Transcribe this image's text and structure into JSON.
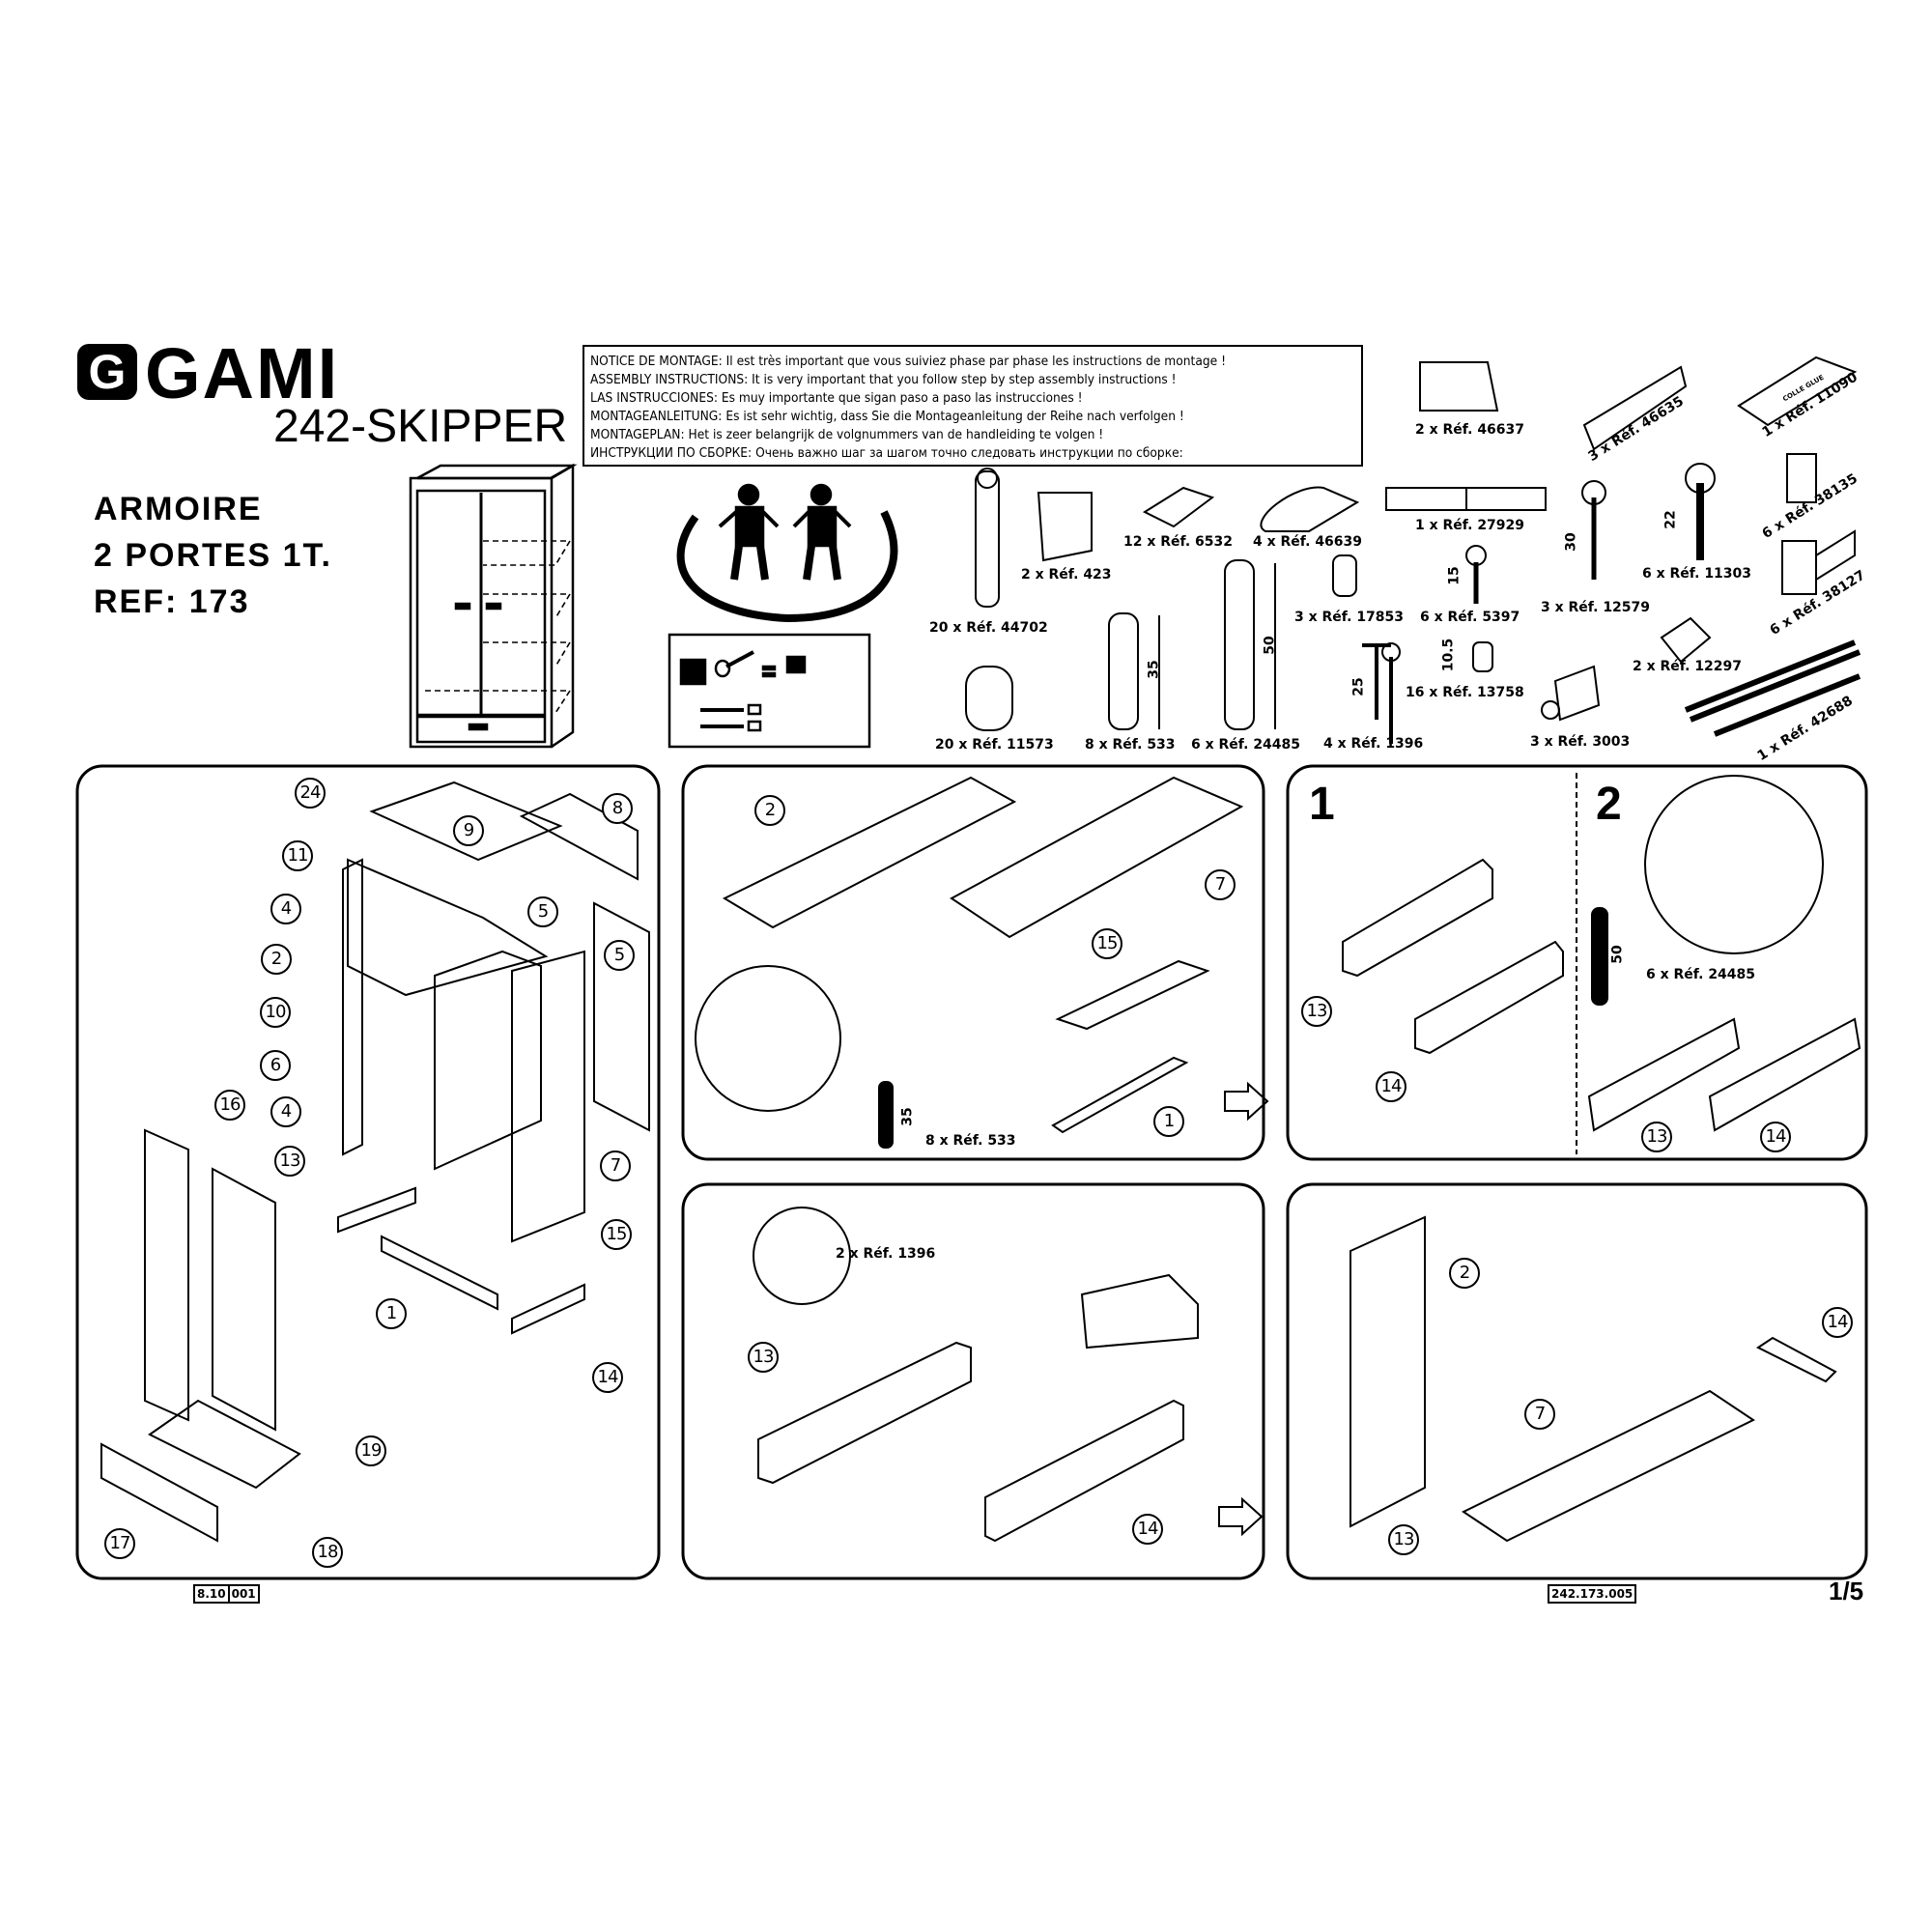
{
  "brand": {
    "logo_mark": "G",
    "logo": "GAMI",
    "model": "242-SKIPPER"
  },
  "product": {
    "type": "ARMOIRE",
    "variant": "2 PORTES 1T.",
    "ref": "REF: 173"
  },
  "notice": [
    "NOTICE DE MONTAGE: Il est très important que vous suiviez phase par phase les instructions de montage !",
    "ASSEMBLY INSTRUCTIONS: It is very important that  you follow step by step assembly instructions !",
    "LAS INSTRUCCIONES: Es muy importante que sigan paso a paso las instrucciones !",
    "MONTAGEANLEITUNG: Es ist sehr wichtig, dass Sie die Montageanleitung der Reihe nach verfolgen !",
    "MONTAGEPLAN: Het is zeer belangrijk de volgnummers van de handleiding te volgen !",
    "ИНСТРУКЦИИ ПО СБОРКЕ: Очень важно шаг за шагом точно следовать инструкции по сборке:"
  ],
  "parts": {
    "p46637": "2 x Réf. 46637",
    "p46635": "3 x Réf. 46635",
    "p11090": "1 x Réf. 11090",
    "p27929": "1 x Réf. 27929",
    "p11303": "6 x Réf. 11303",
    "p38135": "6 x Réf. 38135",
    "p12579": "3 x Réf. 12579",
    "p5397": "6 x Réf. 5397",
    "p17853": "3 x Réf. 17853",
    "p38127": "6 x Réf. 38127",
    "p12297": "2 x Réf. 12297",
    "p13758": "16 x Réf. 13758",
    "p1396": "4 x Réf. 1396",
    "p3003": "3 x Réf. 3003",
    "p42688": "1 x Réf. 42688",
    "p44702": "20 x Réf. 44702",
    "p423": "2 x Réf. 423",
    "p6532": "12 x Réf. 6532",
    "p46639": "4 x Réf. 46639",
    "p11573": "20 x Réf. 11573",
    "p533": "8 x Réf. 533",
    "p24485": "6 x Réf. 24485",
    "glue_text": "COLLE GLUE"
  },
  "dimensions": {
    "d533": "35",
    "d24485": "50",
    "d1396": "25",
    "d5397": "15",
    "d13758": "10.5",
    "d12579": "30",
    "d11303": "22"
  },
  "panel_overview": {
    "callouts": [
      "24",
      "9",
      "8",
      "11",
      "4",
      "5",
      "5",
      "2",
      "10",
      "6",
      "16",
      "4",
      "13",
      "7",
      "15",
      "1",
      "14",
      "19",
      "17",
      "18"
    ]
  },
  "panel_step_a": {
    "callouts": [
      "2",
      "7",
      "15",
      "1"
    ],
    "hardware": "8 x Réf. 533",
    "dim": "35"
  },
  "panel_step_b": {
    "step1": "1",
    "step2": "2",
    "callouts": [
      "13",
      "14",
      "13",
      "14"
    ],
    "hardware": "6 x Réf. 24485",
    "dim": "50"
  },
  "panel_step_c": {
    "hardware": "2 x Réf. 1396",
    "callouts": [
      "13",
      "14"
    ]
  },
  "panel_step_d": {
    "callouts": [
      "2",
      "14",
      "7",
      "13"
    ]
  },
  "footer": {
    "code_a": "8.10",
    "code_b": "001",
    "doc_ref": "242.173.005",
    "page": "1/5"
  }
}
